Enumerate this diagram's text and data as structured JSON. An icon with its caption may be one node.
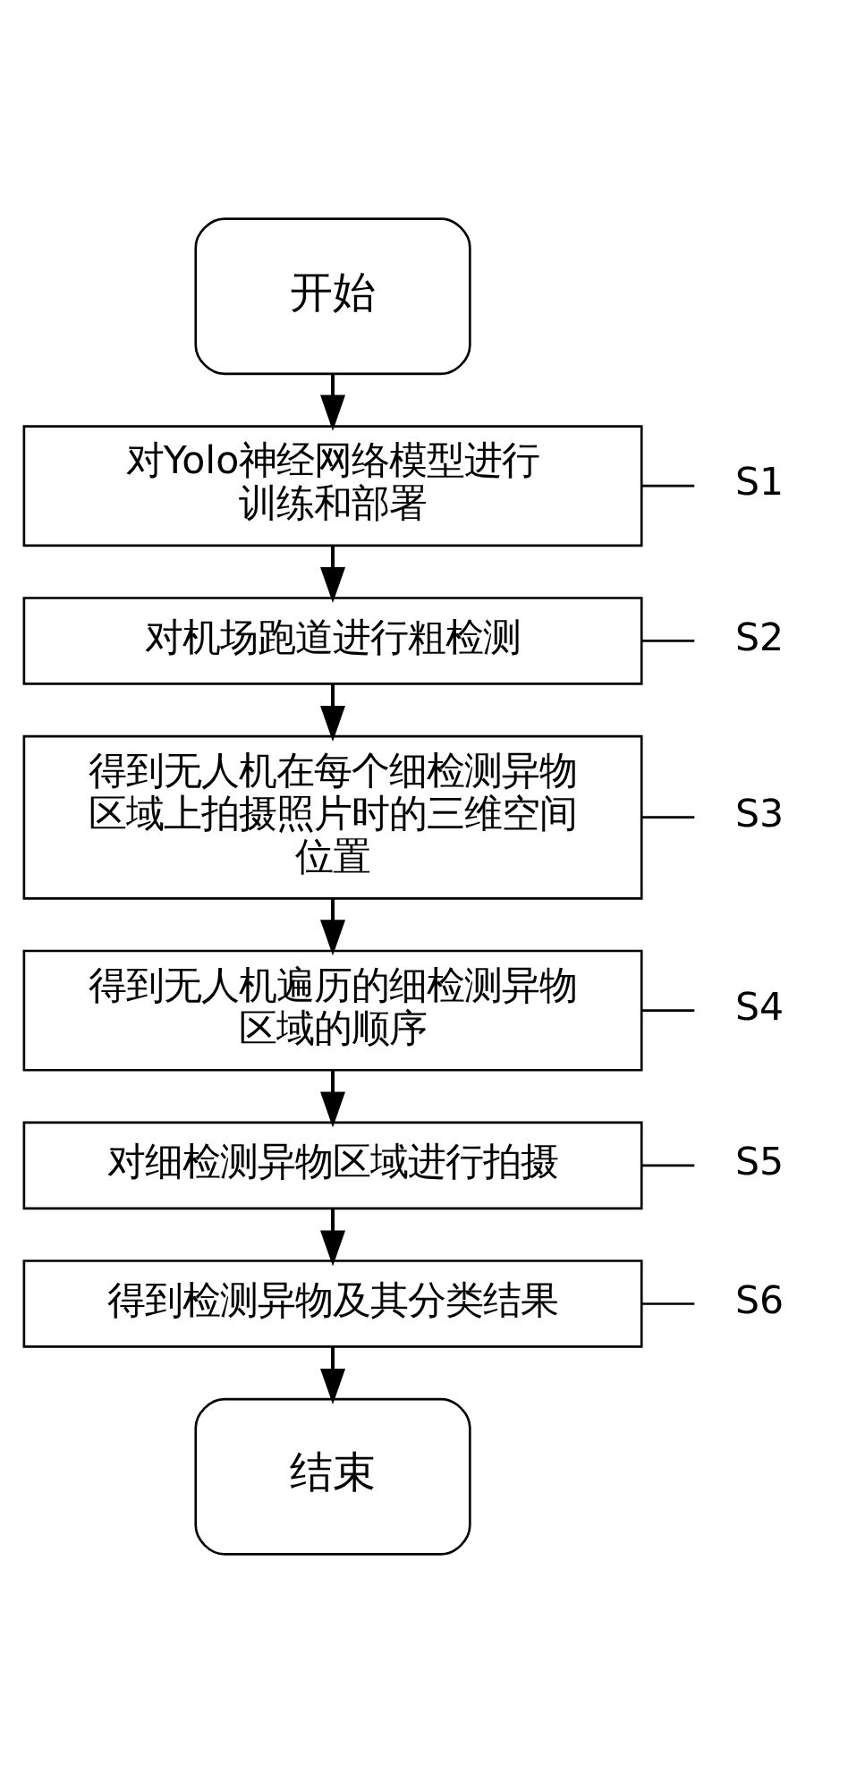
{
  "diagram": {
    "nodes": [
      {
        "text": [
          "开始"
        ]
      },
      {
        "text": [
          "对Yolo神经网络模型进行训练和部署"
        ]
      },
      {
        "text": [
          "S1"
        ]
      },
      {
        "text": [
          "对机场跑道进行粗检测"
        ]
      },
      {
        "text": [
          "S2"
        ]
      },
      {
        "text": [
          "得到无人机在每个细检测异物区域上拍摄照片时的三维空间位置"
        ]
      },
      {
        "text": [
          "S3"
        ]
      },
      {
        "text": [
          "得到无人机遍历的细检测异物区域的顺序"
        ]
      },
      {
        "text": [
          "S4"
        ]
      },
      {
        "text": [
          "对细检测异物区域进行拍摄"
        ]
      },
      {
        "text": [
          "S5"
        ]
      },
      {
        "text": [
          "得到检测异物及其分类结果"
        ]
      },
      {
        "text": [
          "S6"
        ]
      },
      {
        "text": [
          "结束"
        ]
      }
    ],
    "edges": [
      {
        "from": 0,
        "to": 1,
        "arrow": "to"
      },
      {
        "from": 1,
        "to": 3,
        "arrow": "to"
      },
      {
        "from": 3,
        "to": 5,
        "arrow": "to"
      },
      {
        "from": 5,
        "to": 7,
        "arrow": "to"
      },
      {
        "from": 7,
        "to": 9,
        "arrow": "to"
      },
      {
        "from": 9,
        "to": 11,
        "arrow": "to"
      },
      {
        "from": 11,
        "to": 13,
        "arrow": "to"
      },
      {
        "from": 2,
        "to": 1,
        "arrow": "none"
      },
      {
        "from": 4,
        "to": 3,
        "arrow": "none"
      },
      {
        "from": 6,
        "to": 5,
        "arrow": "none"
      },
      {
        "from": 8,
        "to": 7,
        "arrow": "none"
      },
      {
        "from": 10,
        "to": 9,
        "arrow": "none"
      },
      {
        "from": 12,
        "to": 11,
        "arrow": "none"
      }
    ]
  }
}
